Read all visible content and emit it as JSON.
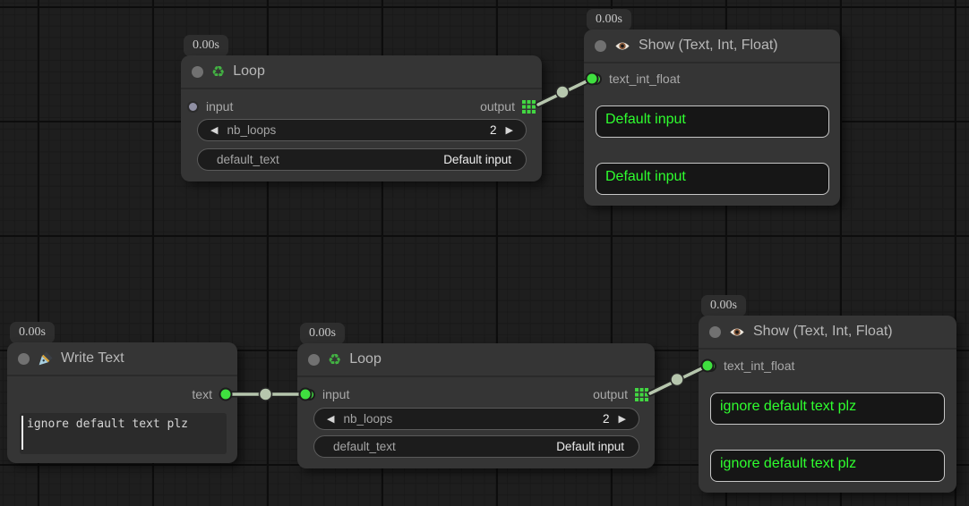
{
  "canvas": {
    "type": "node-graph-editor",
    "colors": {
      "background": "#1e1e1e",
      "node_body": "#353535",
      "accent_green": "#3fdf3f",
      "display_text_green": "#2fff2f",
      "link": "#b6c6ad",
      "unconnected_slot": "#8f8fa3"
    }
  },
  "icons": {
    "recycle": "♻",
    "decrement": "◀",
    "increment": "▶"
  },
  "nodes": [
    {
      "id": "loop-top",
      "badge": "0.00s",
      "title": "Loop",
      "icon": "recycle-icon",
      "slots": {
        "input": {
          "label": "input",
          "connected": false
        },
        "output": {
          "label": "output",
          "shape": "grid"
        }
      },
      "widgets": [
        {
          "type": "number",
          "label": "nb_loops",
          "value": "2"
        },
        {
          "type": "text",
          "label": "default_text",
          "value": "Default input"
        }
      ]
    },
    {
      "id": "show-top",
      "badge": "0.00s",
      "title": "Show (Text, Int, Float)",
      "icon": "eye-icon",
      "slots": {
        "input": {
          "label": "text_int_float",
          "connected": true
        }
      },
      "displays": [
        "Default input",
        "Default input"
      ]
    },
    {
      "id": "write-text",
      "badge": "0.00s",
      "title": "Write Text",
      "icon": "pen-icon",
      "slots": {
        "output": {
          "label": "text",
          "connected": true
        }
      },
      "textarea": {
        "value": "ignore default text plz"
      }
    },
    {
      "id": "loop-bottom",
      "badge": "0.00s",
      "title": "Loop",
      "icon": "recycle-icon",
      "slots": {
        "input": {
          "label": "input",
          "connected": true
        },
        "output": {
          "label": "output",
          "shape": "grid"
        }
      },
      "widgets": [
        {
          "type": "number",
          "label": "nb_loops",
          "value": "2"
        },
        {
          "type": "text",
          "label": "default_text",
          "value": "Default input"
        }
      ]
    },
    {
      "id": "show-bottom",
      "badge": "0.00s",
      "title": "Show (Text, Int, Float)",
      "icon": "eye-icon",
      "slots": {
        "input": {
          "label": "text_int_float",
          "connected": true
        }
      },
      "displays": [
        "ignore default text plz",
        "ignore default text plz"
      ]
    }
  ],
  "links": [
    {
      "from": "write-text.text",
      "to": "loop-bottom.input"
    },
    {
      "from": "loop-bottom.output",
      "to": "show-bottom.text_int_float"
    },
    {
      "from": "loop-top.output",
      "to": "show-top.text_int_float"
    }
  ]
}
